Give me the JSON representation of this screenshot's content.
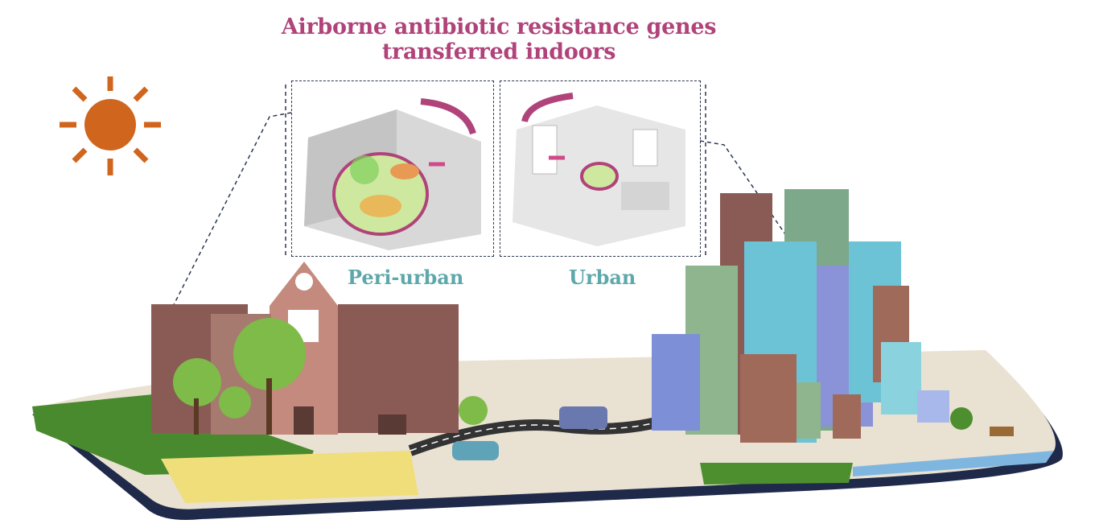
{
  "title": "Airborne antibiotic resistance genes transferred indoors",
  "panels": [
    {
      "label": "Peri-urban"
    },
    {
      "label": "Urban"
    }
  ],
  "colors": {
    "title": "#b0437a",
    "label": "#5ea8ab",
    "sun": "#d0651e",
    "ground": "#e9e1d2",
    "edge": "#1f2a4a"
  }
}
